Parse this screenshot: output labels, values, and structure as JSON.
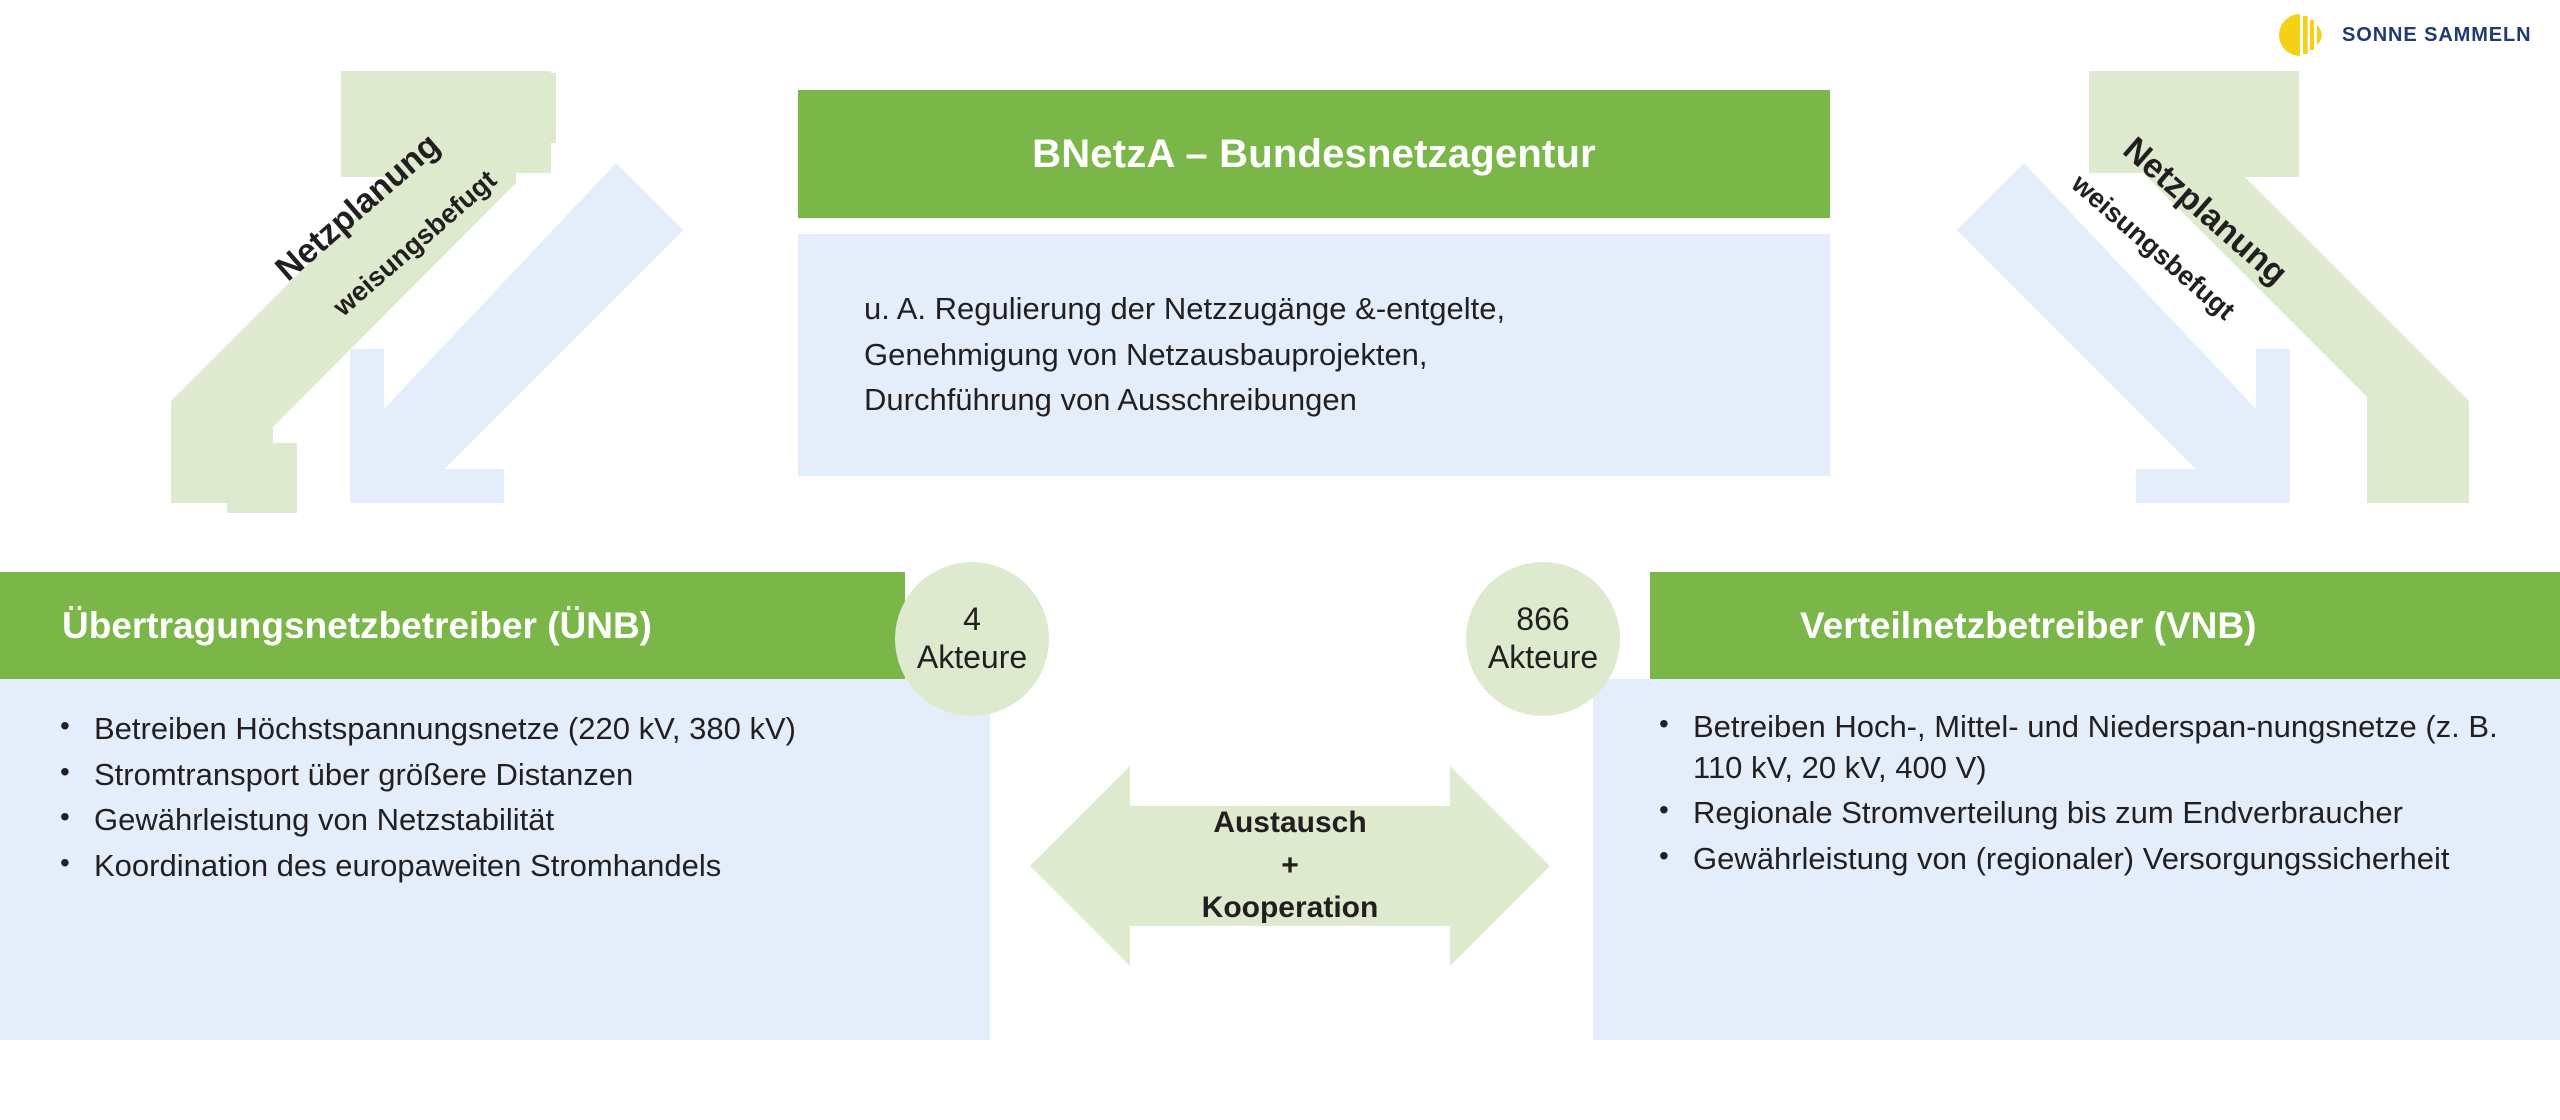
{
  "brand": {
    "wordmark": "sonne sammeln",
    "logo_icon": "sun-slices-icon",
    "logo_yellow": "#F3D117",
    "logo_blue": "#1F3A77"
  },
  "colors": {
    "green_solid": "#7AB648",
    "green_pale": "#DDEACE",
    "blue_pale": "#E4EEFB",
    "text": "#231F20",
    "white": "#FFFFFF"
  },
  "regulator": {
    "header_title": "BNetzA – Bundesnetzagentur",
    "body_lines": [
      "u. A. Regulierung der Netzzugänge &-entgelte,",
      "Genehmigung von Netzausbauprojekten,",
      "Durchführung von Ausschreibungen"
    ]
  },
  "relations": {
    "left": {
      "planning_label": "Netzplanung",
      "directive_label": "weisungsbefugt"
    },
    "right": {
      "planning_label": "Netzplanung",
      "directive_label": "weisungsbefugt"
    }
  },
  "tso": {
    "header_title": "Übertragungsnetzbetreiber (ÜNB)",
    "actor_count": "4",
    "actor_word": "Akteure",
    "bullets": [
      "Betreiben Höchstspannungsnetze (220 kV, 380 kV)",
      "Stromtransport  über größere Distanzen",
      "Gewährleistung von Netzstabilität",
      "Koordination des europaweiten Stromhandels"
    ]
  },
  "dso": {
    "header_title": "Verteilnetzbetreiber (VNB)",
    "actor_count": "866",
    "actor_word": "Akteure",
    "bullets": [
      "Betreiben Hoch-, Mittel- und Niederspan-nungsnetze (z. B. 110 kV, 20 kV, 400 V)",
      "Regionale Stromverteilung bis zum Endverbraucher",
      "Gewährleistung von (regionaler) Versorgungssicherheit"
    ]
  },
  "exchange": {
    "line1": "Austausch",
    "line2": "+",
    "line3": "Kooperation",
    "icon": "double-headed-arrow-icon"
  }
}
